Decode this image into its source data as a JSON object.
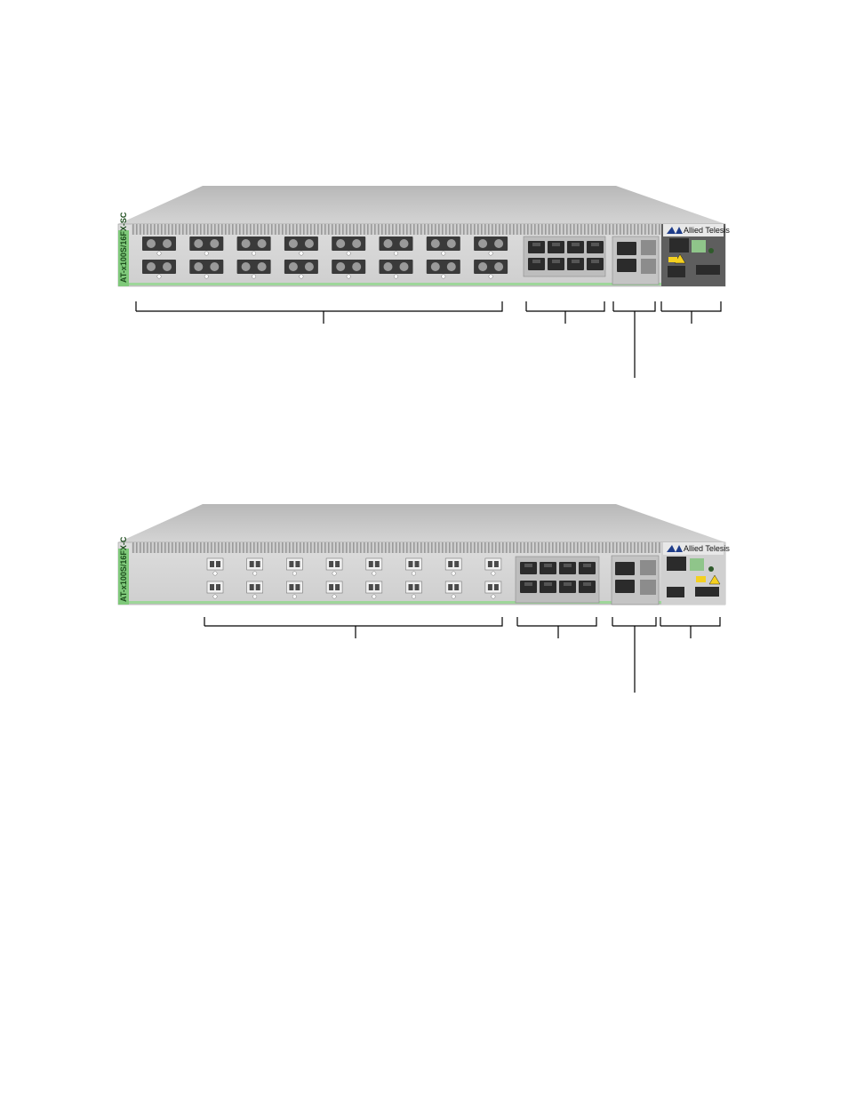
{
  "figures": [
    {
      "model_label": "AT-x100S/16FX-SC",
      "brand": "Allied Telesis",
      "port_style": "SC",
      "figure_tag": "",
      "sections": [
        "sfp-ports",
        "copper-ports",
        "uplink-ports",
        "management-panel"
      ]
    },
    {
      "model_label": "AT-x100S/16FX-C",
      "brand": "Allied Telesis",
      "port_style": "LC",
      "figure_tag": "",
      "sections": [
        "sfp-ports",
        "copper-ports",
        "uplink-ports",
        "management-panel"
      ]
    }
  ],
  "colors": {
    "chassis_top": "#c9c9c9",
    "chassis_front": "#d8d8d8",
    "green_stripe": "#7fc97a",
    "port_dark": "#2b2b2b",
    "callout_line": "#000000"
  }
}
